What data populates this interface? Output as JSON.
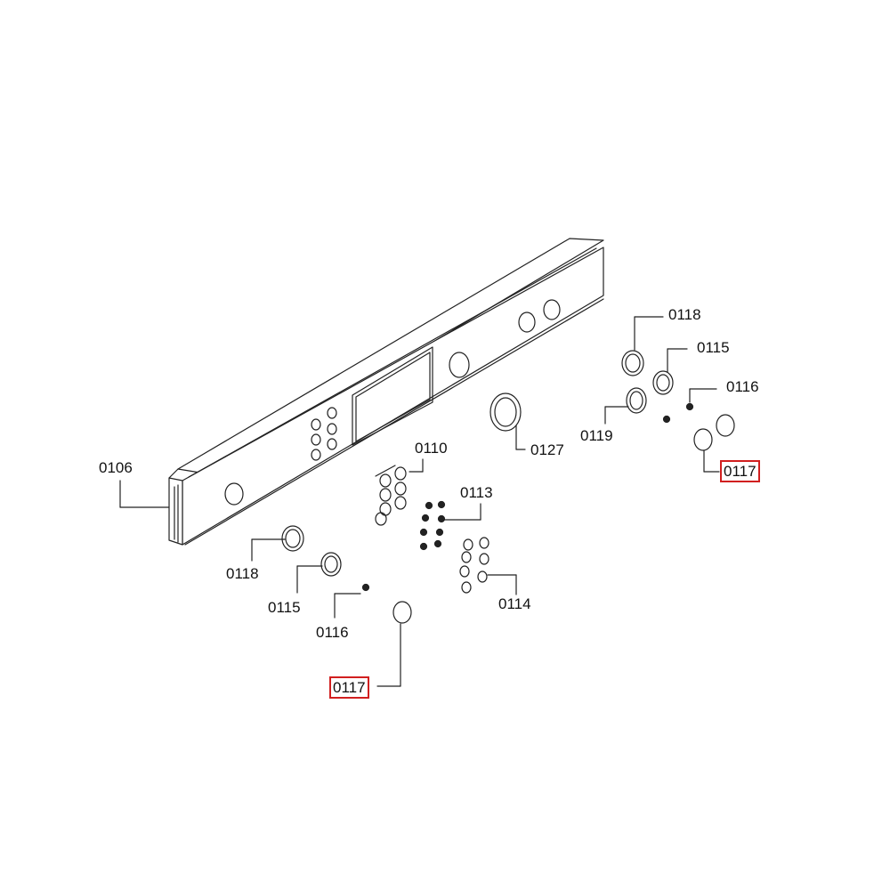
{
  "diagram": {
    "labels": {
      "p0106": "0106",
      "p0110": "0110",
      "p0113": "0113",
      "p0114": "0114",
      "p0115_right": "0115",
      "p0115_left": "0115",
      "p0116_right": "0116",
      "p0116_left": "0116",
      "p0117_right": "0117",
      "p0117_left": "0117",
      "p0118_right": "0118",
      "p0118_left": "0118",
      "p0119": "0119",
      "p0127": "0127"
    },
    "highlight_color": "#d11f1f",
    "line_color": "#222222"
  }
}
